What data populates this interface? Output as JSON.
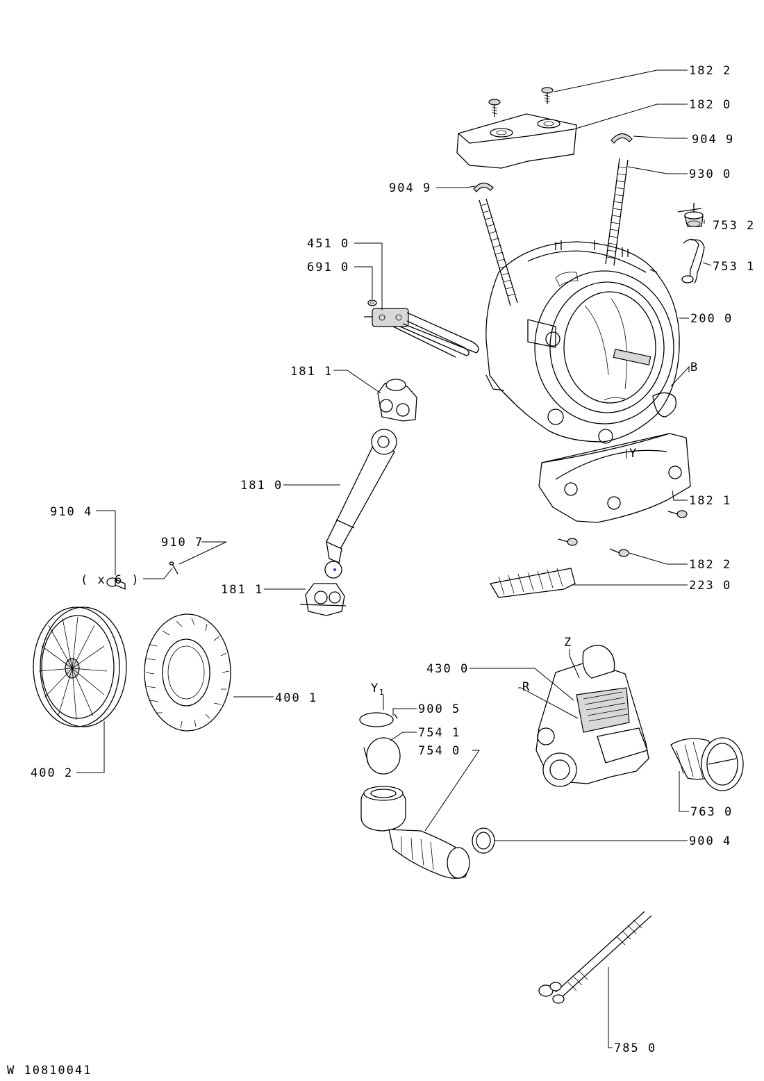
{
  "callouts": [
    {
      "id": "c1822a",
      "text": "182 2"
    },
    {
      "id": "c1820",
      "text": "182 0"
    },
    {
      "id": "c9049r",
      "text": "904 9"
    },
    {
      "id": "c9300",
      "text": "930 0"
    },
    {
      "id": "c9049l",
      "text": "904 9"
    },
    {
      "id": "c7532",
      "text": "753 2"
    },
    {
      "id": "c4510",
      "text": "451 0"
    },
    {
      "id": "c7531",
      "text": "753 1"
    },
    {
      "id": "c6910",
      "text": "691 0"
    },
    {
      "id": "c2000",
      "text": "200 0"
    },
    {
      "id": "cB",
      "text": "B"
    },
    {
      "id": "c1811a",
      "text": "181 1"
    },
    {
      "id": "cY",
      "text": "Y"
    },
    {
      "id": "c1810",
      "text": "181 0"
    },
    {
      "id": "c1821",
      "text": "182 1"
    },
    {
      "id": "c9104",
      "text": "910 4"
    },
    {
      "id": "c9107",
      "text": "910 7"
    },
    {
      "id": "cx6",
      "text": "( x 6 )"
    },
    {
      "id": "c1822b",
      "text": "182 2"
    },
    {
      "id": "c1811b",
      "text": "181 1"
    },
    {
      "id": "c2230",
      "text": "223 0"
    },
    {
      "id": "cZ",
      "text": "Z"
    },
    {
      "id": "c4300",
      "text": "430 0"
    },
    {
      "id": "cR",
      "text": "R"
    },
    {
      "id": "cY1",
      "text": "Y"
    },
    {
      "id": "cY1sub",
      "text": "1"
    },
    {
      "id": "c9005",
      "text": "900 5"
    },
    {
      "id": "c4001",
      "text": "400 1"
    },
    {
      "id": "c7541",
      "text": "754 1"
    },
    {
      "id": "c7540",
      "text": "754 0"
    },
    {
      "id": "c4002",
      "text": "400 2"
    },
    {
      "id": "c7630",
      "text": "763 0"
    },
    {
      "id": "c9004",
      "text": "900 4"
    },
    {
      "id": "c7850",
      "text": "785 0"
    }
  ],
  "footer": {
    "drawing_code": "W 10810041"
  }
}
